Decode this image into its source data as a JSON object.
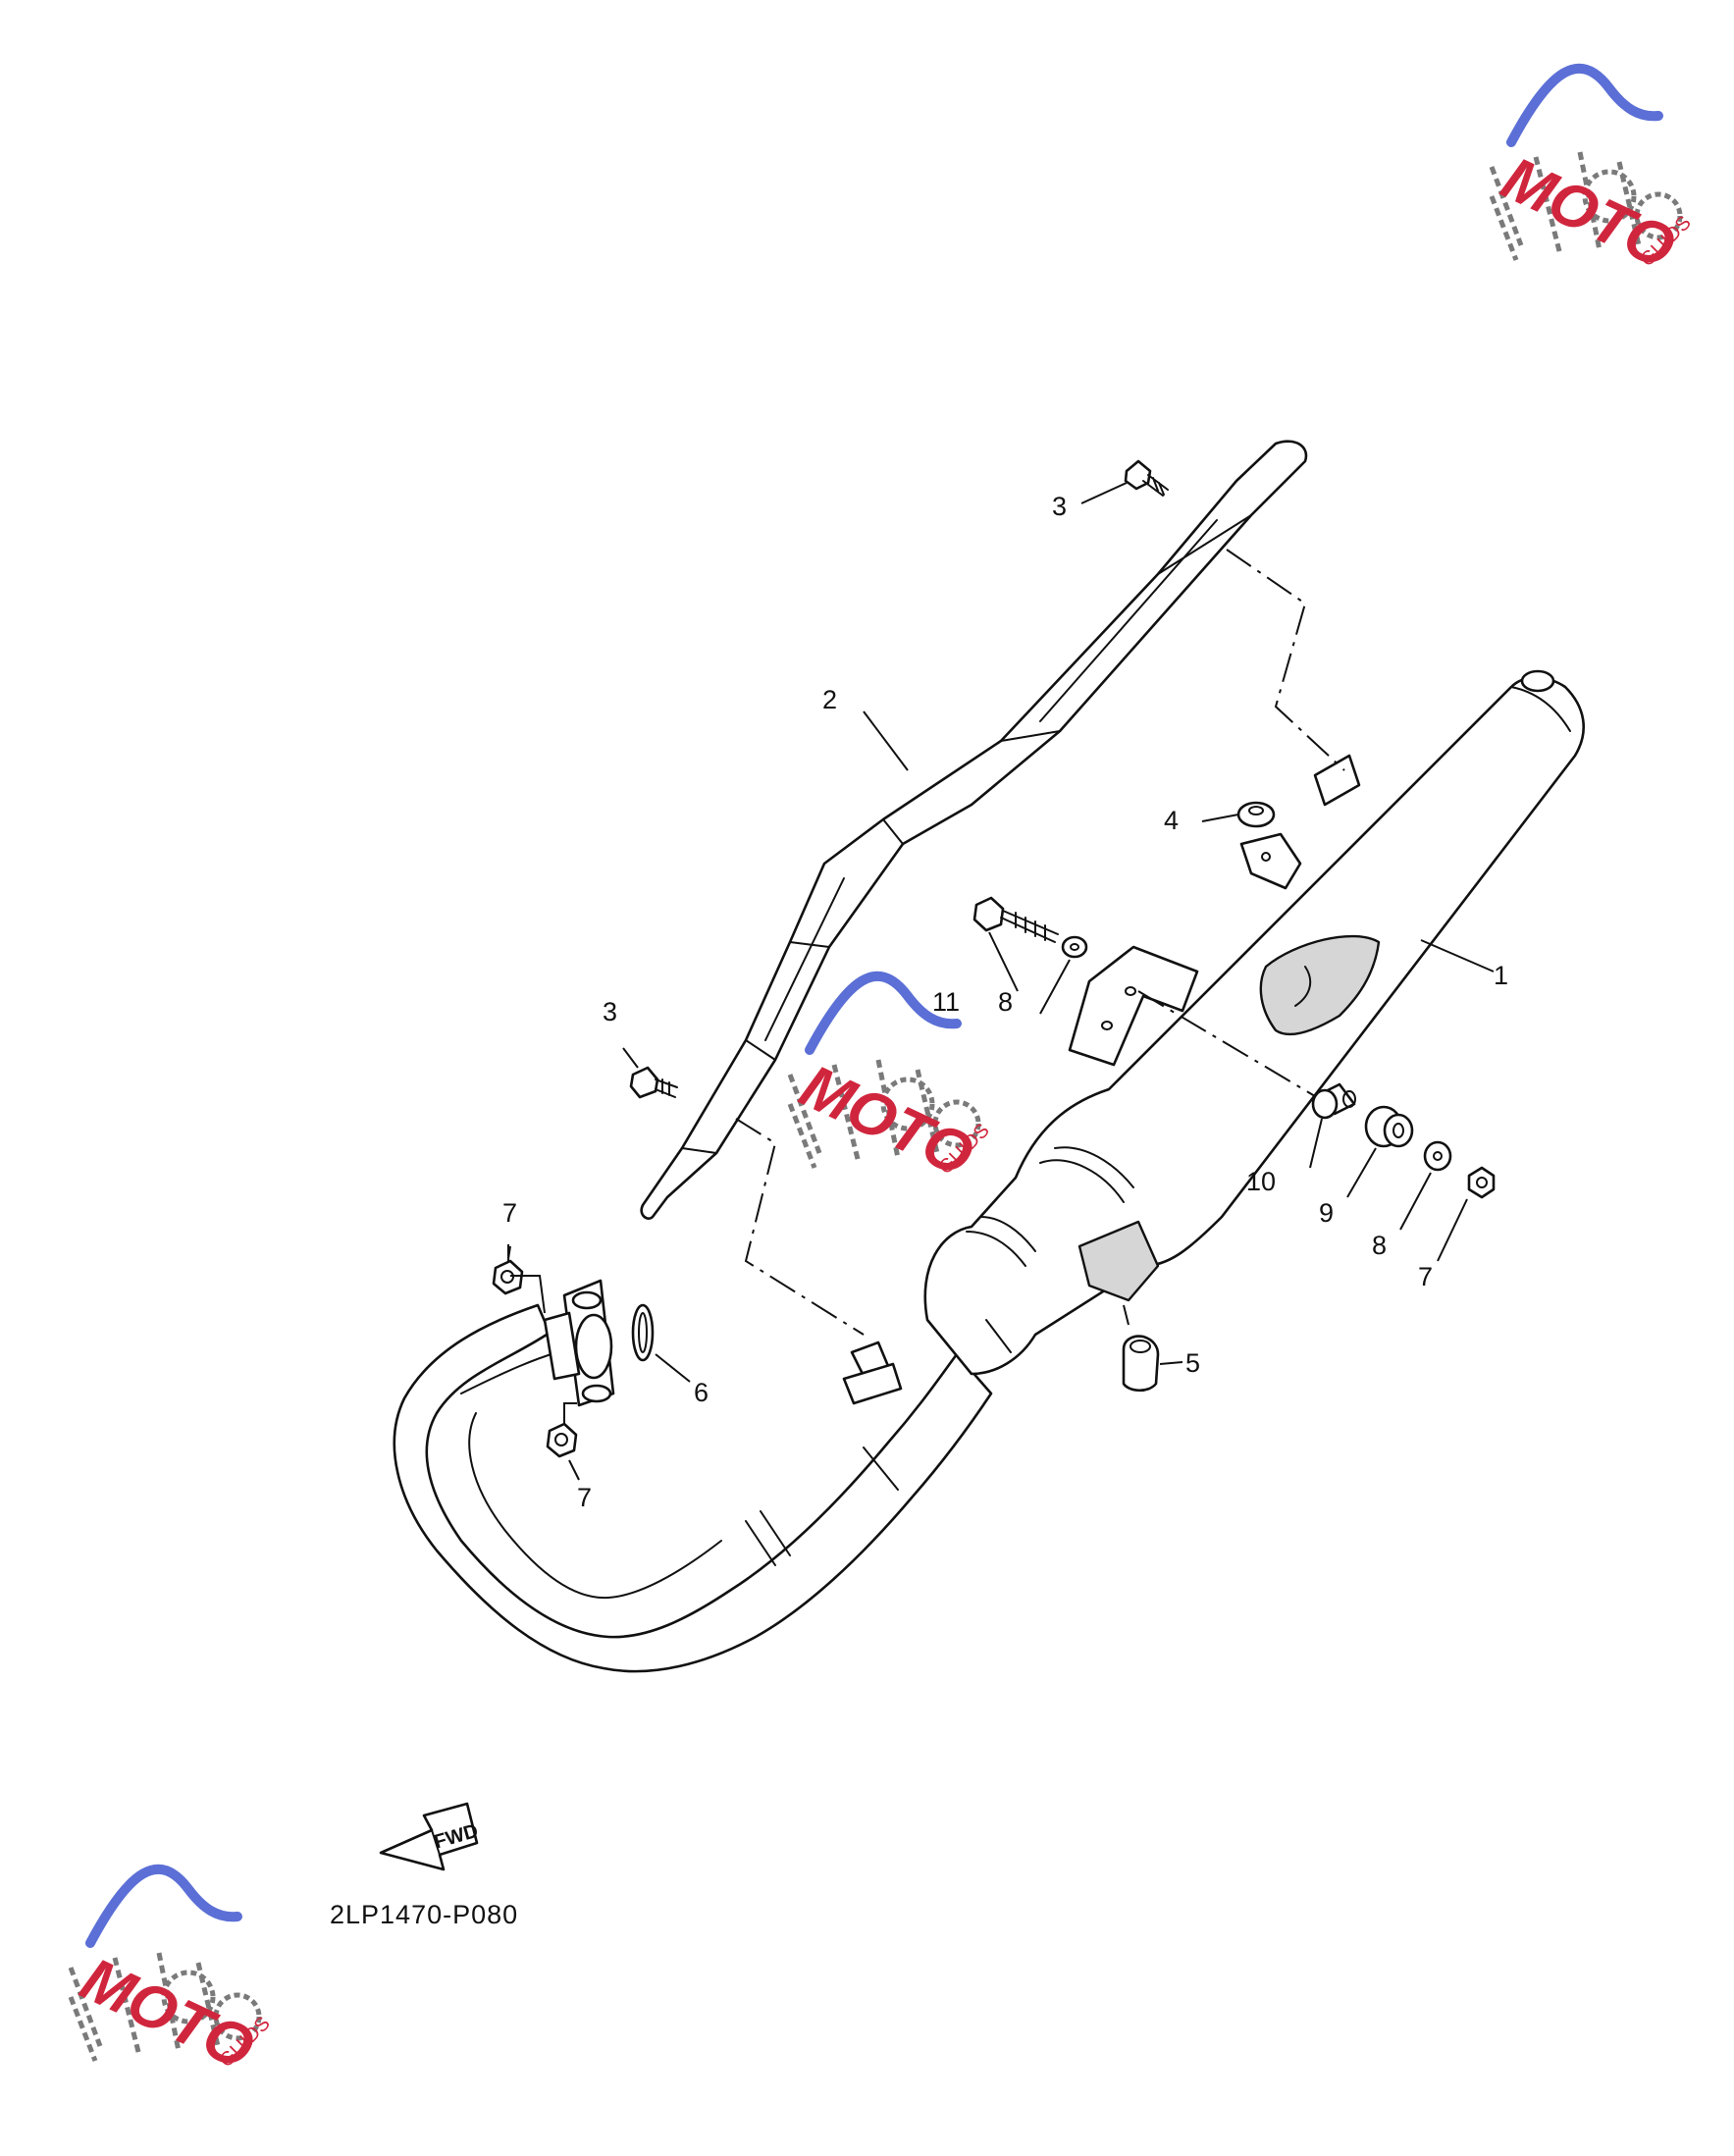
{
  "diagram": {
    "drawing_code": "2LP1470-P080",
    "fwd_label": "FWD",
    "callouts": {
      "c1": "1",
      "c2": "2",
      "c3a": "3",
      "c3b": "3",
      "c4": "4",
      "c5": "5",
      "c6": "6",
      "c7a": "7",
      "c7b": "7",
      "c7c": "7",
      "c8a": "8",
      "c8b": "8",
      "c9": "9",
      "c10": "10",
      "c11": "11"
    }
  },
  "watermark": {
    "brand": "MOTO",
    "sub": "GUIDS",
    "colors": {
      "red": "#d0263d",
      "blue": "#5b6fd6",
      "gray": "#7a7a7a"
    }
  }
}
